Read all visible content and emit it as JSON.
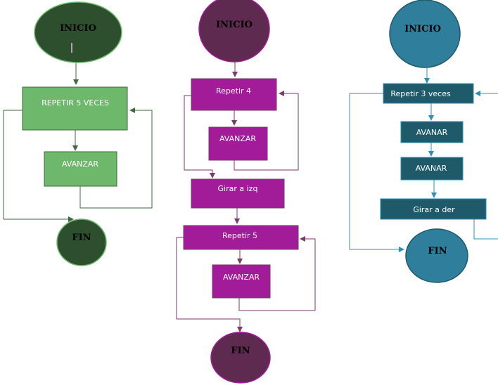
{
  "colors": {
    "green_dark": "#2d4f2d",
    "green_light": "#6db86b",
    "green_line": "#3f6a3d",
    "purple_dark": "#5e2a4f",
    "purple": "#a21c9a",
    "purple_line": "#7a3a6a",
    "teal": "#2f7f9c",
    "teal_dark": "#1e5a6a",
    "teal_line": "#2e8fb4"
  },
  "flow_green": {
    "start": "INICIO",
    "repeat": "REPETIR  5 VECES",
    "action": "AVANZAR",
    "end": "FIN"
  },
  "flow_purple": {
    "start": "INICIO",
    "repeat1": "Repetir 4",
    "action1": "AVANZAR",
    "turn": "Girar a izq",
    "repeat2": "Repetir 5",
    "action2": "AVANZAR",
    "end": "FIN"
  },
  "flow_teal": {
    "start": "INICIO",
    "repeat": "Repetir 3 veces",
    "action1": "AVANAR",
    "action2": "AVANAR",
    "turn": "Girar a der",
    "end": "FIN"
  }
}
